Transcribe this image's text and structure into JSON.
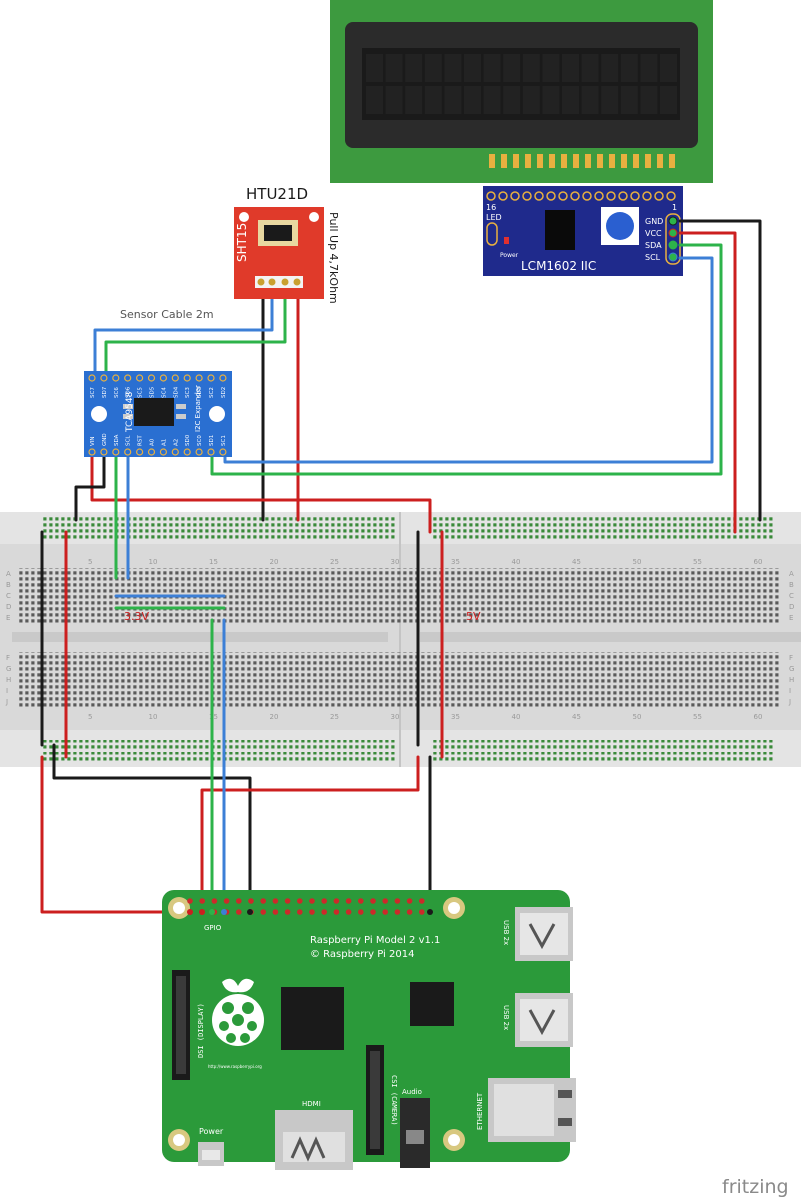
{
  "labels": {
    "sensor_title": "HTU21D",
    "sensor_chip": "SHT15",
    "sensor_pullup": "Pull Up 4,7kOhm",
    "sensor_cable": "Sensor Cable 2m",
    "lcd_module": "LCM1602 IIC",
    "lcd_pin16": "16",
    "lcd_pin1": "1",
    "lcd_led": "LED",
    "lcd_power": "Power",
    "lcd_gnd": "GND",
    "lcd_vcc": "VCC",
    "lcd_sda": "SDA",
    "lcd_scl": "SCL",
    "mux_name": "TCA9548",
    "mux_sub": "I2C Expander",
    "mux_top_pins": [
      "SC7",
      "SD7",
      "SC6",
      "SD6",
      "SC5",
      "SD5",
      "SC4",
      "SD4",
      "SC3",
      "SD3",
      "SC2",
      "SD2"
    ],
    "mux_bottom_pins": [
      "VIN",
      "GND",
      "SDA",
      "SCL",
      "RST",
      "A0",
      "A1",
      "A2",
      "SD0",
      "SC0",
      "SD1",
      "SC1"
    ],
    "rail_33": "3.3V",
    "rail_5": "5V",
    "bb_columns": [
      "5",
      "10",
      "15",
      "20",
      "25",
      "30",
      "35",
      "40",
      "45",
      "50",
      "55",
      "60"
    ],
    "bb_rows_top": [
      "A",
      "B",
      "C",
      "D",
      "E"
    ],
    "bb_rows_bottom": [
      "F",
      "G",
      "H",
      "I",
      "J"
    ],
    "pi_model": "Raspberry Pi Model 2 v1.1",
    "pi_copyright": "© Raspberry Pi 2014",
    "pi_gpio": "GPIO",
    "pi_usb": "USB 2x",
    "pi_dsi": "DSI (DISPLAY)",
    "pi_csi": "CSI (CAMERA)",
    "pi_hdmi": "HDMI",
    "pi_audio": "Audio",
    "pi_ethernet": "ETHERNET",
    "pi_power": "Power",
    "pi_url": "http://www.raspberrypi.org",
    "watermark": "fritzing"
  },
  "colors": {
    "wire_red": "#cc1f1f",
    "wire_black": "#1a1a1a",
    "wire_green": "#2db34a",
    "wire_blue": "#3c7fd6",
    "pcb_green": "#2b9a3a",
    "lcd_blue": "#1f2a8c",
    "mux_blue": "#2a6fd1",
    "sensor_red": "#e03a2a"
  }
}
